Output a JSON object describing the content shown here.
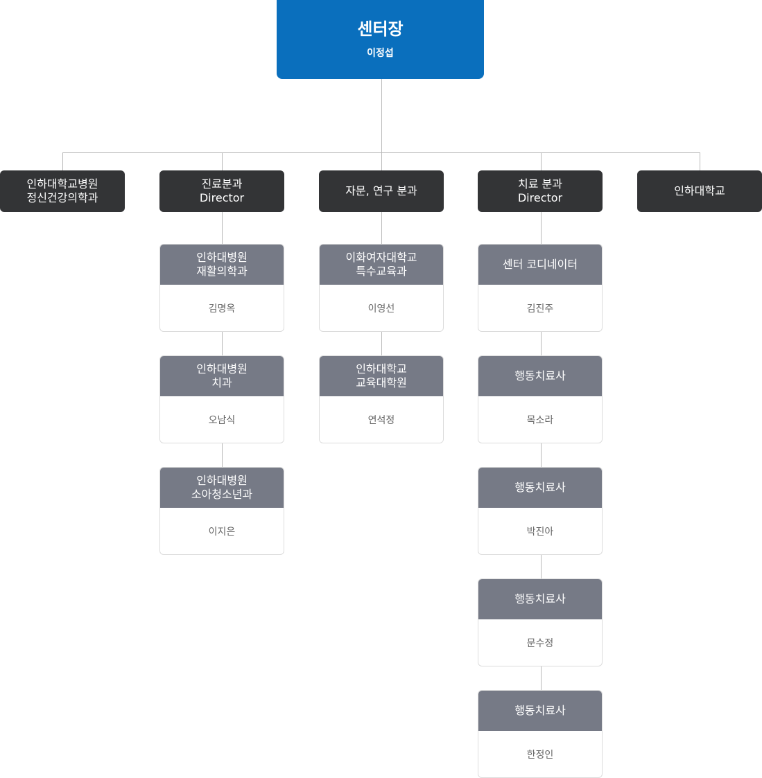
{
  "root": {
    "title": "센터장",
    "name": "이정섭"
  },
  "departments": [
    {
      "lines": [
        "인하대학교병원",
        "정신건강의학과"
      ],
      "members": []
    },
    {
      "lines": [
        "진료분과",
        "Director"
      ],
      "members": [
        {
          "role": [
            "인하대병원",
            "재활의학과"
          ],
          "name": "김명옥"
        },
        {
          "role": [
            "인하대병원",
            "치과"
          ],
          "name": "오남식"
        },
        {
          "role": [
            "인하대병원",
            "소아청소년과"
          ],
          "name": "이지은"
        }
      ]
    },
    {
      "lines": [
        "자문, 연구 분과"
      ],
      "members": [
        {
          "role": [
            "이화여자대학교",
            "특수교육과"
          ],
          "name": "이영선"
        },
        {
          "role": [
            "인하대학교",
            "교육대학원"
          ],
          "name": "연석정"
        }
      ]
    },
    {
      "lines": [
        "치료 분과",
        "Director"
      ],
      "members": [
        {
          "role": [
            "센터 코디네이터"
          ],
          "name": "김진주"
        },
        {
          "role": [
            "행동치료사"
          ],
          "name": "목소라"
        },
        {
          "role": [
            "행동치료사"
          ],
          "name": "박진아"
        },
        {
          "role": [
            "행동치료사"
          ],
          "name": "문수정"
        },
        {
          "role": [
            "행동치료사"
          ],
          "name": "한정인"
        }
      ]
    },
    {
      "lines": [
        "인하대학교"
      ],
      "members": []
    }
  ],
  "colors": {
    "root": "#0a6fbd",
    "department": "#333436",
    "member_header": "#767a86",
    "connector": "#b9b9b9"
  }
}
